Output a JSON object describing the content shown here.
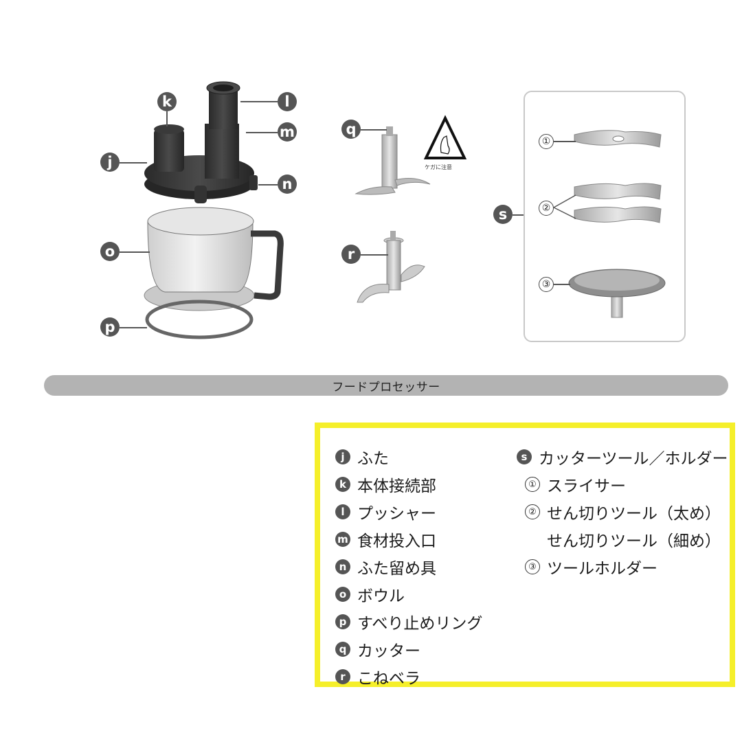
{
  "diagram": {
    "badges": {
      "j": "j",
      "k": "k",
      "l": "l",
      "m": "m",
      "n": "n",
      "o": "o",
      "p": "p",
      "q": "q",
      "r": "r",
      "s": "s"
    },
    "tool_numbers": [
      "①",
      "②",
      "③"
    ],
    "warning_caption": "ケガに注意",
    "colors": {
      "badge": "#555555",
      "part_dark": "#333333",
      "part_light": "#d9d9d9",
      "panel_border": "#c8c8c8"
    }
  },
  "section_bar": {
    "title": "フードプロセッサー",
    "color": "#b3b3b3"
  },
  "legend": {
    "border_color": "#f5ef2a",
    "left": [
      {
        "badge": "j",
        "label": "ふた"
      },
      {
        "badge": "k",
        "label": "本体接続部"
      },
      {
        "badge": "l",
        "label": "プッシャー"
      },
      {
        "badge": "m",
        "label": "食材投入口"
      },
      {
        "badge": "n",
        "label": "ふた留め具"
      },
      {
        "badge": "o",
        "label": "ボウル"
      },
      {
        "badge": "p",
        "label": "すべり止めリング"
      },
      {
        "badge": "q",
        "label": "カッター"
      },
      {
        "badge": "r",
        "label": "こねベラ"
      }
    ],
    "right": {
      "header": {
        "badge": "s",
        "label": "カッターツール／ホルダー"
      },
      "items": [
        {
          "num": "①",
          "label": "スライサー"
        },
        {
          "num": "②",
          "label": "せん切りツール（太め）"
        },
        {
          "num": "",
          "label": "せん切りツール（細め）"
        },
        {
          "num": "③",
          "label": "ツールホルダー"
        }
      ]
    }
  }
}
